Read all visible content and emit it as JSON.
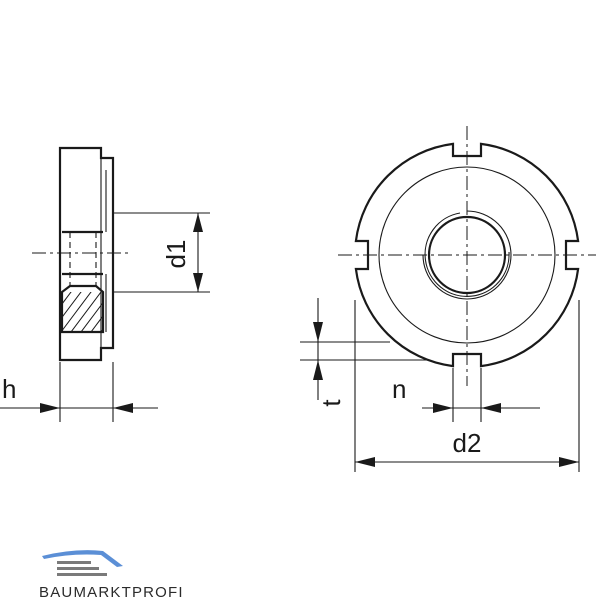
{
  "dimensions": {
    "h": "h",
    "d1": "d1",
    "d2": "d2",
    "n": "n",
    "t": "t"
  },
  "logo": {
    "text": "BAUMARKTPROFI",
    "colors": {
      "roof_top": "#5b8fd6",
      "roof_bottom": "#3a5fb0",
      "bars": "#7a7a7a"
    }
  }
}
